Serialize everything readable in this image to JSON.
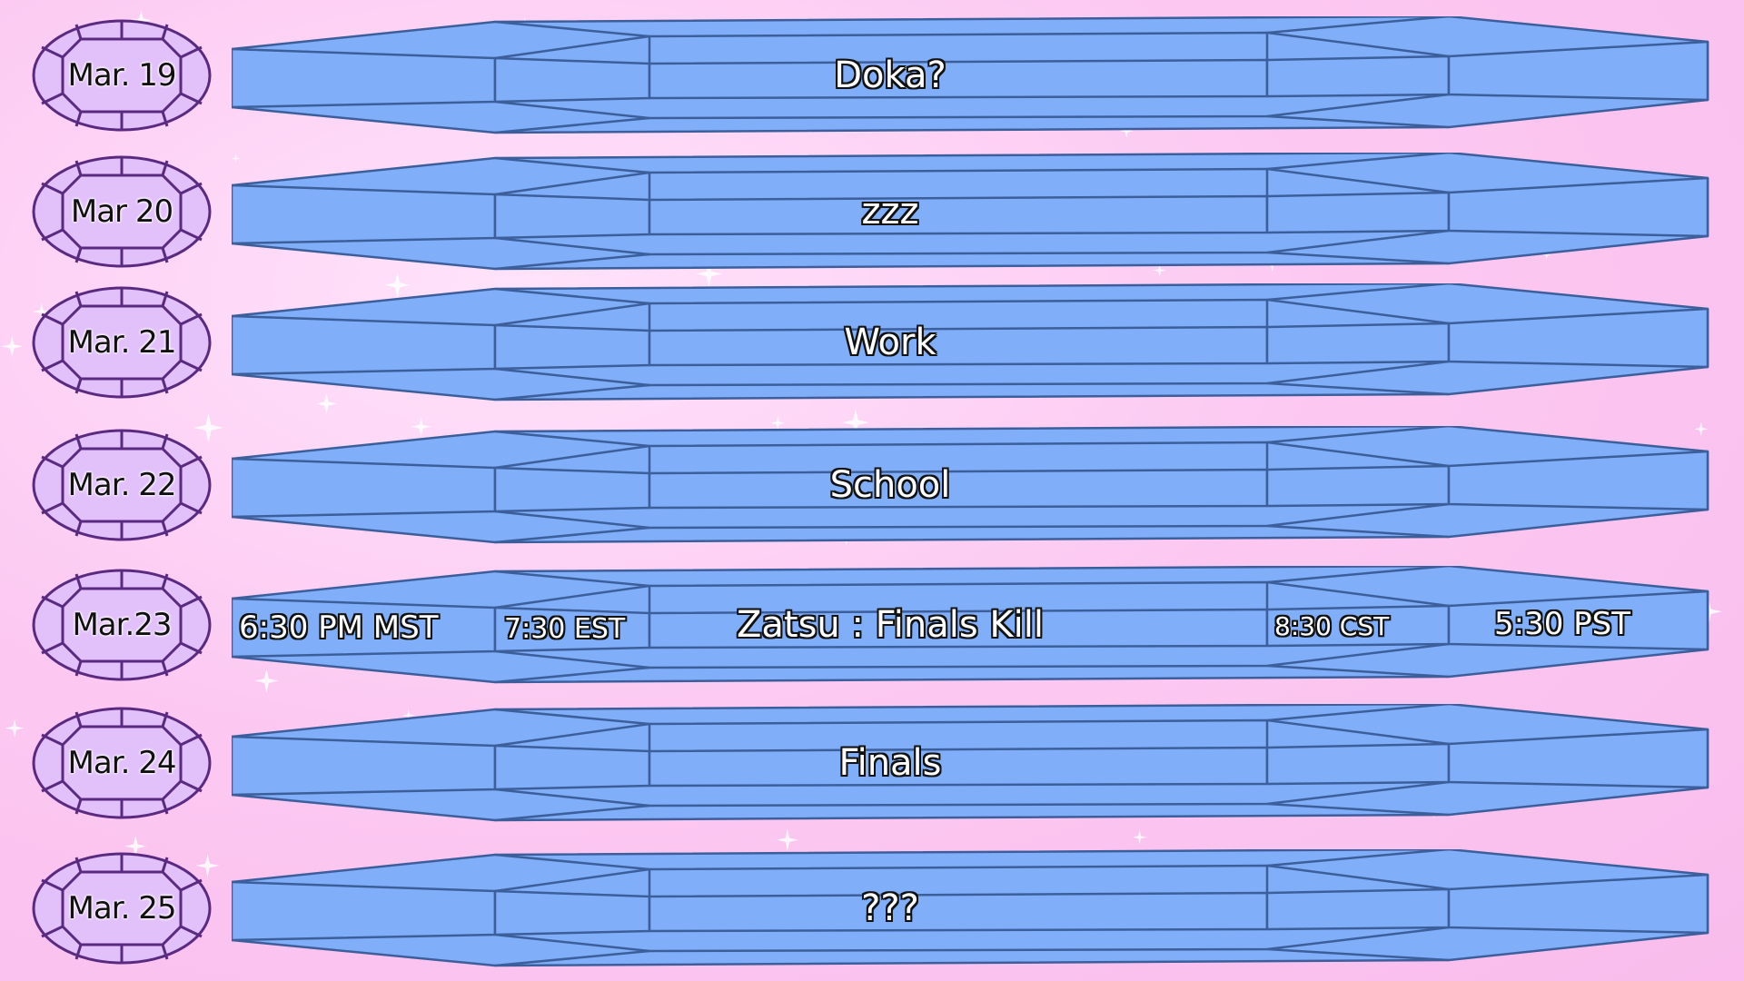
{
  "colors": {
    "background": "#fcc9f2",
    "bar_fill": "#80aef8",
    "bar_stroke": "#3c5f9c",
    "gem_fill": "#e2c0fa",
    "gem_stroke": "#5a2a80"
  },
  "schedule": [
    {
      "date": "Mar. 19",
      "event": "Doka?"
    },
    {
      "date": "Mar 20",
      "event": "zzz"
    },
    {
      "date": "Mar. 21",
      "event": "Work"
    },
    {
      "date": "Mar. 22",
      "event": "School"
    },
    {
      "date": "Mar.23",
      "event": "Zatsu : Finals Kill",
      "times": {
        "mst": "6:30 PM MST",
        "est": "7:30 EST",
        "cst": "8:30 CST",
        "pst": "5:30 PST"
      }
    },
    {
      "date": "Mar. 24",
      "event": "Finals"
    },
    {
      "date": "Mar. 25",
      "event": "???"
    }
  ]
}
